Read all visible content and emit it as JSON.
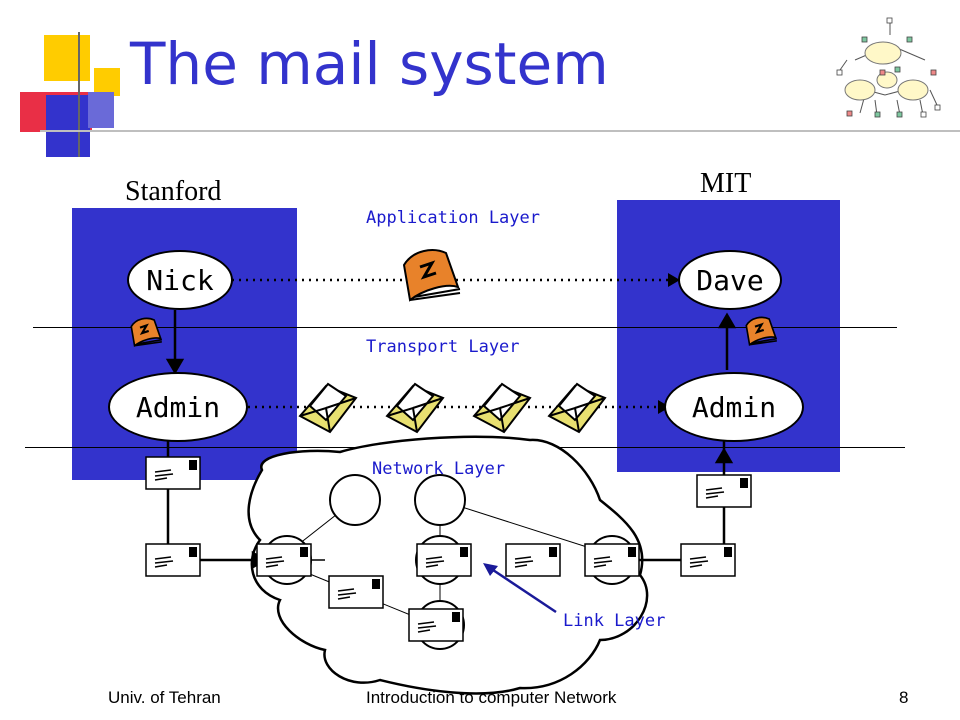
{
  "slide": {
    "title": "The mail system",
    "left_site": "Stanford",
    "right_site": "MIT",
    "left_user": "Nick",
    "right_user": "Dave",
    "left_admin": "Admin",
    "right_admin": "Admin",
    "layers": {
      "application": "Application Layer",
      "transport": "Transport Layer",
      "network": "Network Layer",
      "link": "Link Layer"
    },
    "footer": {
      "left": "Univ. of Tehran",
      "center": "Introduction to computer Network",
      "page": "8"
    }
  },
  "colors": {
    "title": "#3333cc",
    "host_box": "#3333cc",
    "layer_text": "#1a1acc",
    "accent_yellow": "#ffcc00",
    "accent_red": "#e8243c"
  }
}
